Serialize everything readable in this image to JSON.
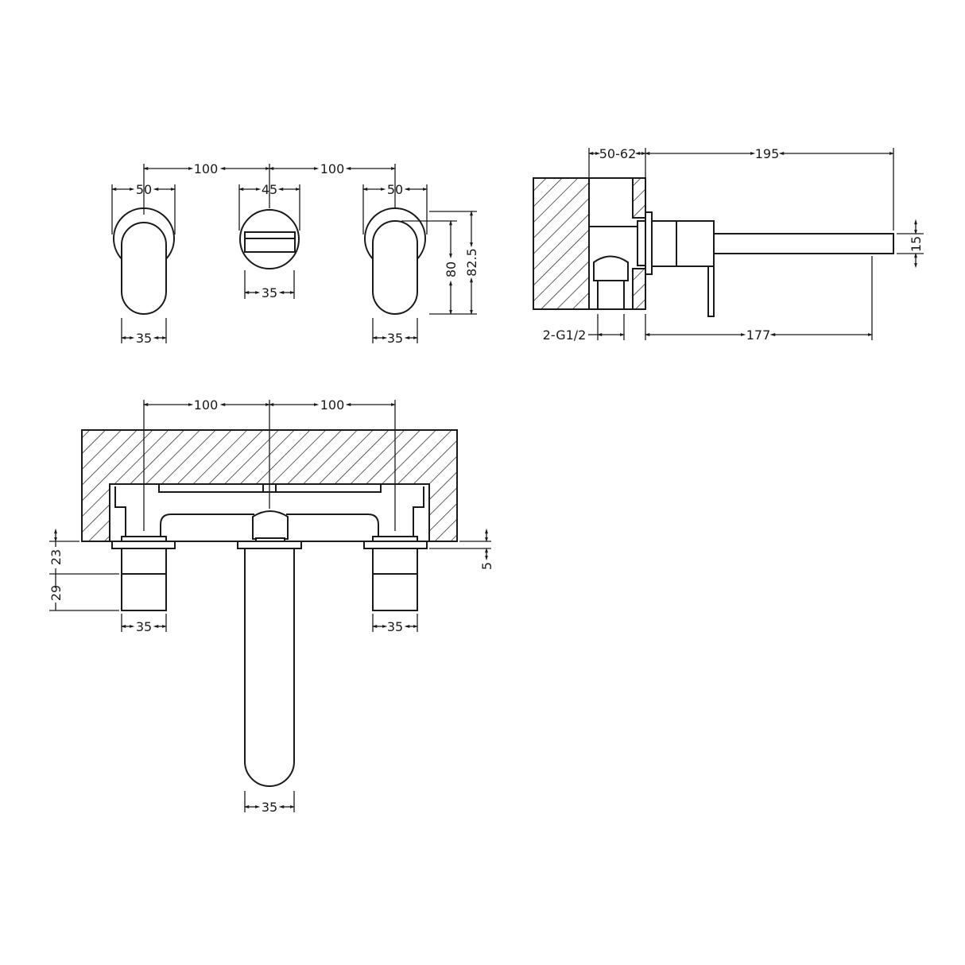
{
  "front_view": {
    "spacing_left": "100",
    "spacing_right": "100",
    "left_handle_plate": "50",
    "left_handle_lever": "35",
    "spout_plate": "45",
    "spout_outlet": "35",
    "right_handle_plate": "50",
    "right_handle_lever": "35",
    "lever_height": "80",
    "plate_height": "82.5"
  },
  "side_view": {
    "wall_depth": "50-62",
    "projection": "195",
    "spout_thickness": "15",
    "inlet": "2-G1/2",
    "spout_reach": "177"
  },
  "plan_view": {
    "spacing_left": "100",
    "spacing_right": "100",
    "handle_upper": "23",
    "handle_lower": "29",
    "plate_thickness": "5",
    "left_handle_width": "35",
    "right_handle_width": "35",
    "spout_width": "35"
  },
  "colors": {
    "line": "#1a1a1a",
    "background": "#ffffff"
  }
}
